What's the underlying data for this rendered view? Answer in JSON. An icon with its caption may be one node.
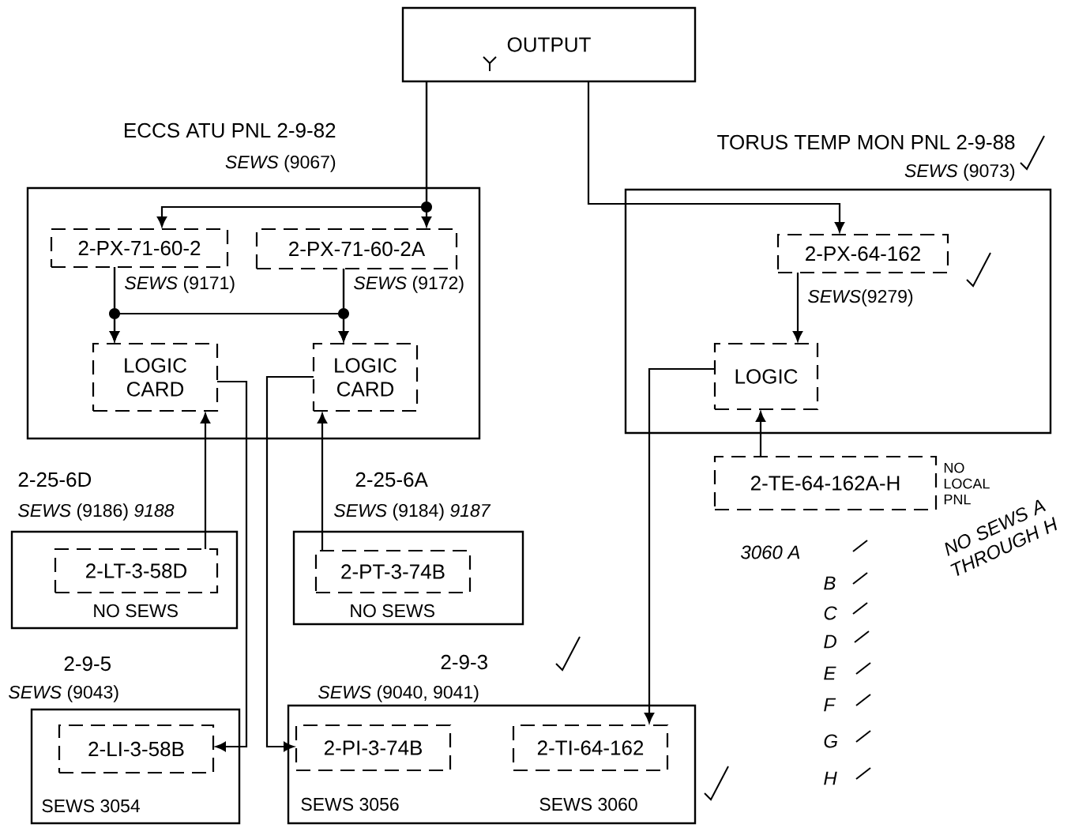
{
  "diagram": {
    "nodes": [
      {
        "text": [
          "OUTPUT"
        ]
      },
      {
        "text": [
          "ECCS ATU PNL 2-9-82",
          "*SEWS* (9067)"
        ]
      },
      {
        "text": [
          "2-PX-71-60-2"
        ],
        "in": 1,
        "beside": [
          "*SEWS* (9171)"
        ]
      },
      {
        "text": [
          "2-PX-71-60-2A"
        ],
        "in": 1,
        "beside": [
          "*SEWS* (9172)"
        ]
      },
      {
        "text": [
          "LOGIC CARD"
        ],
        "in": 1
      },
      {
        "text": [
          "LOGIC CARD"
        ],
        "in": 1
      },
      {
        "text": [
          "TORUS TEMP MON PNL 2-9-88",
          "*SEWS* (9073)"
        ]
      },
      {
        "text": [
          "2-PX-64-162"
        ],
        "in": 6,
        "beside": [
          "*SEWS*(9279)"
        ]
      },
      {
        "text": [
          "LOGIC"
        ],
        "in": 6
      },
      {
        "text": [
          "2-TE-64-162A-H"
        ],
        "beside": [
          "NO LOCAL PNL"
        ]
      },
      {
        "text": [
          "2-25-6D",
          "*SEWS* (9186) *9188*"
        ]
      },
      {
        "text": [
          "2-LT-3-58D"
        ],
        "in": 10,
        "beside": [
          "NO SEWS"
        ]
      },
      {
        "text": [
          "2-25-6A",
          "*SEWS* (9184) *9187*"
        ]
      },
      {
        "text": [
          "2-PT-3-74B"
        ],
        "in": 12,
        "beside": [
          "NO SEWS"
        ]
      },
      {
        "text": [
          "2-9-5",
          "*SEWS* (9043)"
        ]
      },
      {
        "text": [
          "2-LI-3-58B"
        ],
        "in": 14,
        "beside": [
          "SEWS 3054"
        ]
      },
      {
        "text": [
          "2-9-3",
          "*SEWS* (9040, 9041)"
        ]
      },
      {
        "text": [
          "2-PI-3-74B"
        ],
        "in": 16,
        "beside": [
          "SEWS 3056"
        ]
      },
      {
        "text": [
          "2-TI-64-162"
        ],
        "in": 16,
        "beside": [
          "SEWS 3060"
        ]
      }
    ],
    "edges": [
      {
        "from": 0,
        "to": 2,
        "arrow": "to"
      },
      {
        "from": 0,
        "to": 3,
        "arrow": "to"
      },
      {
        "from": 0,
        "to": 7,
        "arrow": "to"
      },
      {
        "from": 2,
        "to": 4,
        "arrow": "to"
      },
      {
        "from": 2,
        "to": 5,
        "arrow": "to"
      },
      {
        "from": 3,
        "to": 4,
        "arrow": "to"
      },
      {
        "from": 3,
        "to": 5,
        "arrow": "to"
      },
      {
        "from": 7,
        "to": 8,
        "arrow": "to"
      },
      {
        "from": 11,
        "to": 4,
        "arrow": "to"
      },
      {
        "from": 13,
        "to": 5,
        "arrow": "to"
      },
      {
        "from": 9,
        "to": 8,
        "arrow": "to"
      },
      {
        "from": 4,
        "to": 15,
        "arrow": "to"
      },
      {
        "from": 5,
        "to": 17,
        "arrow": "to"
      },
      {
        "from": 8,
        "to": 18,
        "arrow": "to"
      }
    ],
    "labels": [
      "3060 A",
      "B",
      "C",
      "D",
      "E",
      "F",
      "G",
      "H",
      "NO SEWS A THROUGH H"
    ]
  }
}
